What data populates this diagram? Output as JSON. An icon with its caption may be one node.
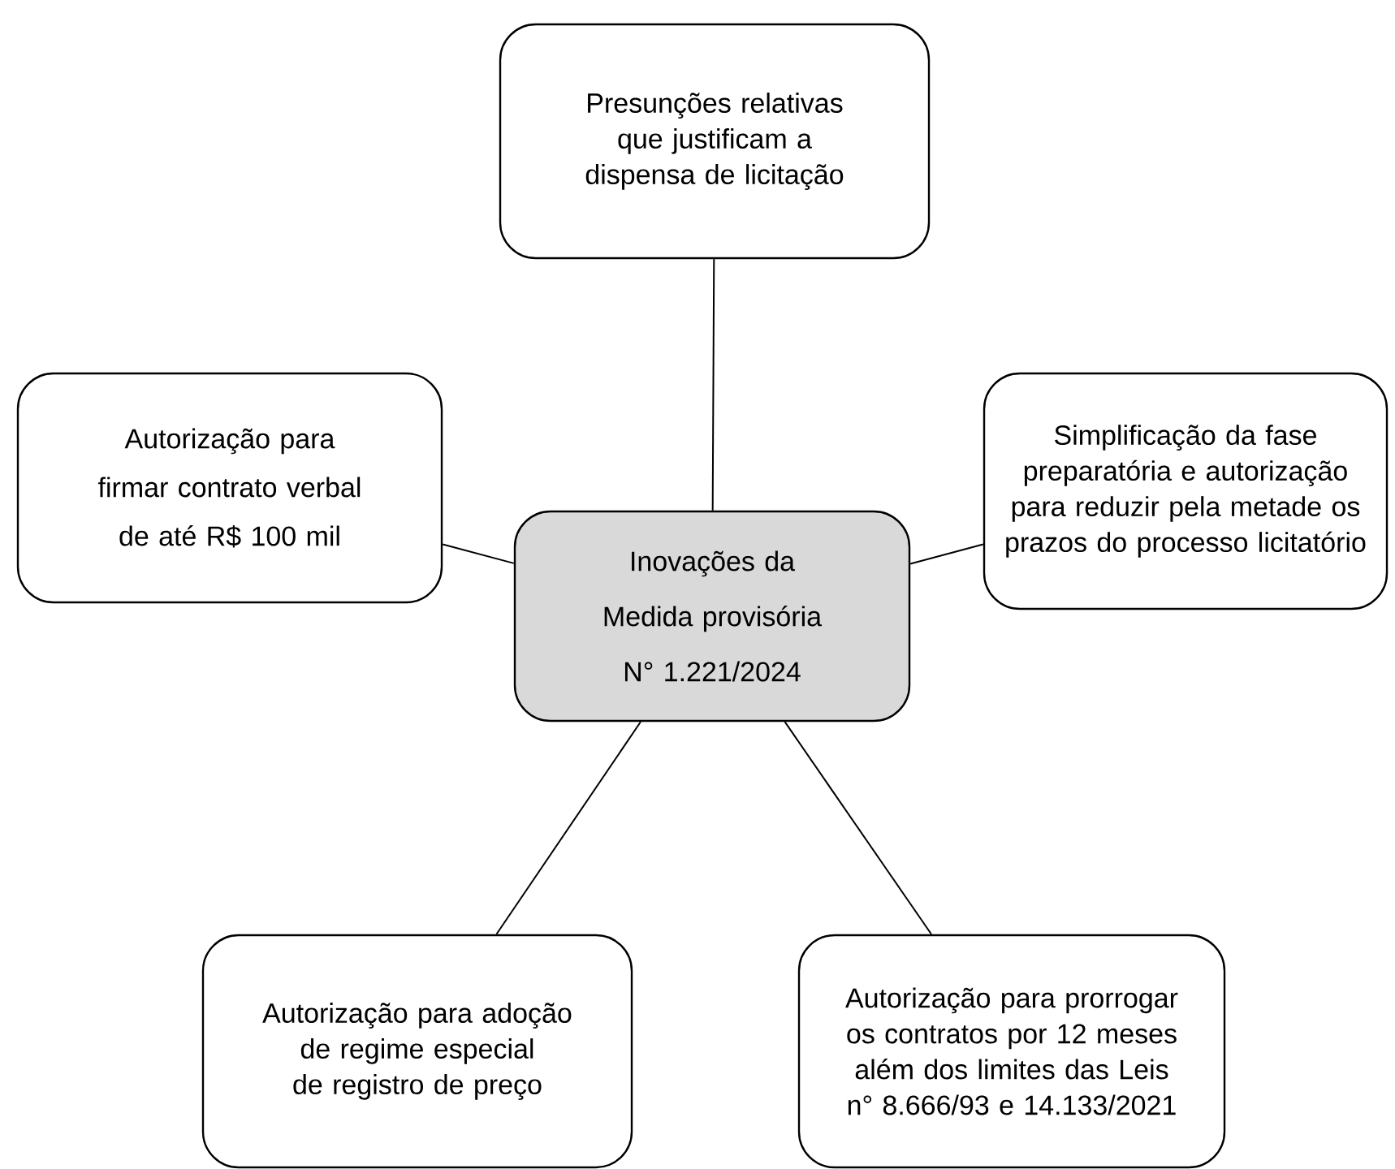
{
  "diagram": {
    "nodes": [
      {
        "text": [
          "Inovações da Medida provisória N° 1.221/2024"
        ]
      },
      {
        "text": [
          "Presunções relativas que justificam a dispensa de licitação"
        ]
      },
      {
        "text": [
          "Autorização para firmar contrato verbal de até R$ 100 mil"
        ]
      },
      {
        "text": [
          "Simplificação da fase preparatória e autorização para reduzir pela metade os prazos do processo licitatório"
        ]
      },
      {
        "text": [
          "Autorização para adoção de regime especial de registro de preço"
        ]
      },
      {
        "text": [
          "Autorização para prorrogar os contratos por 12 meses além dos limites das Leis n° 8.666/93 e 14.133/2021"
        ]
      }
    ],
    "edges": [
      {
        "from": 0,
        "to": 1,
        "arrow": "none"
      },
      {
        "from": 0,
        "to": 2,
        "arrow": "none"
      },
      {
        "from": 0,
        "to": 3,
        "arrow": "none"
      },
      {
        "from": 0,
        "to": 4,
        "arrow": "none"
      },
      {
        "from": 0,
        "to": 5,
        "arrow": "none"
      }
    ]
  }
}
